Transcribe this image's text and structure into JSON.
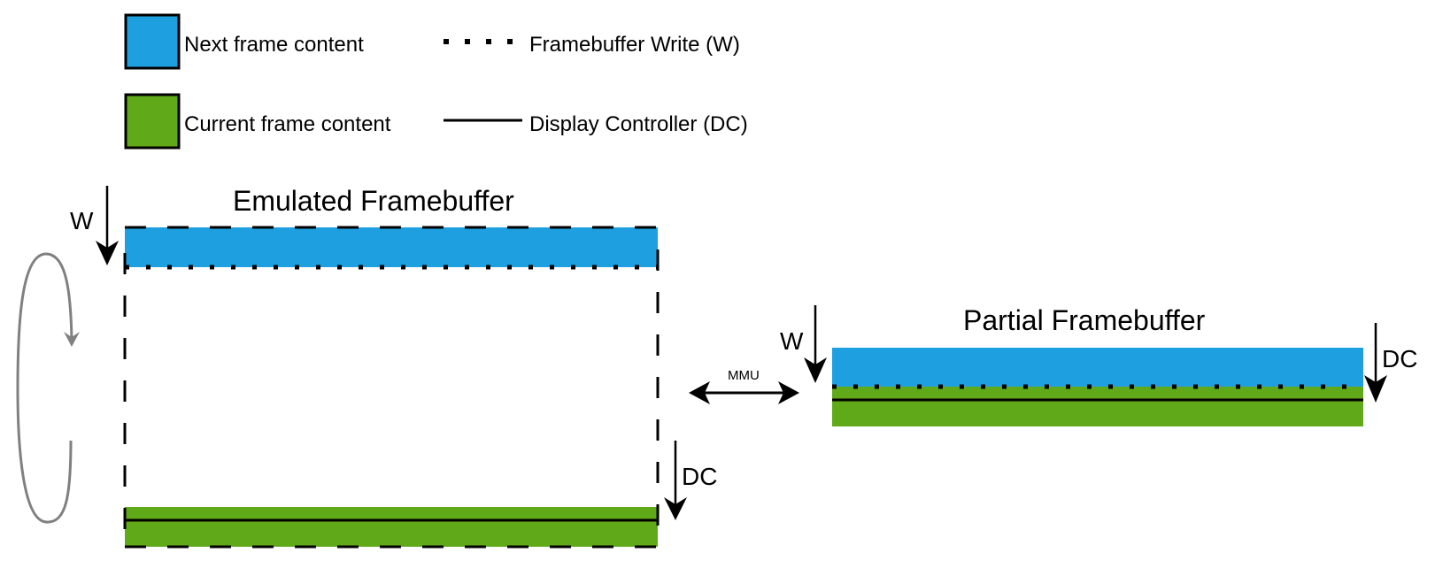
{
  "colors": {
    "next_frame": "#1e9fe0",
    "current_frame": "#60a918",
    "line": "#000000",
    "loop_arrow": "#808080"
  },
  "legend": {
    "next_frame_label": "Next frame content",
    "current_frame_label": "Current frame content",
    "fb_write_label": "Framebuffer Write (W)",
    "display_controller_label": "Display Controller (DC)"
  },
  "emulated": {
    "title": "Emulated Framebuffer",
    "write_label": "W",
    "dc_label": "DC"
  },
  "mmu": {
    "label": "MMU"
  },
  "partial": {
    "title": "Partial Framebuffer",
    "write_label": "W",
    "dc_label": "DC"
  }
}
